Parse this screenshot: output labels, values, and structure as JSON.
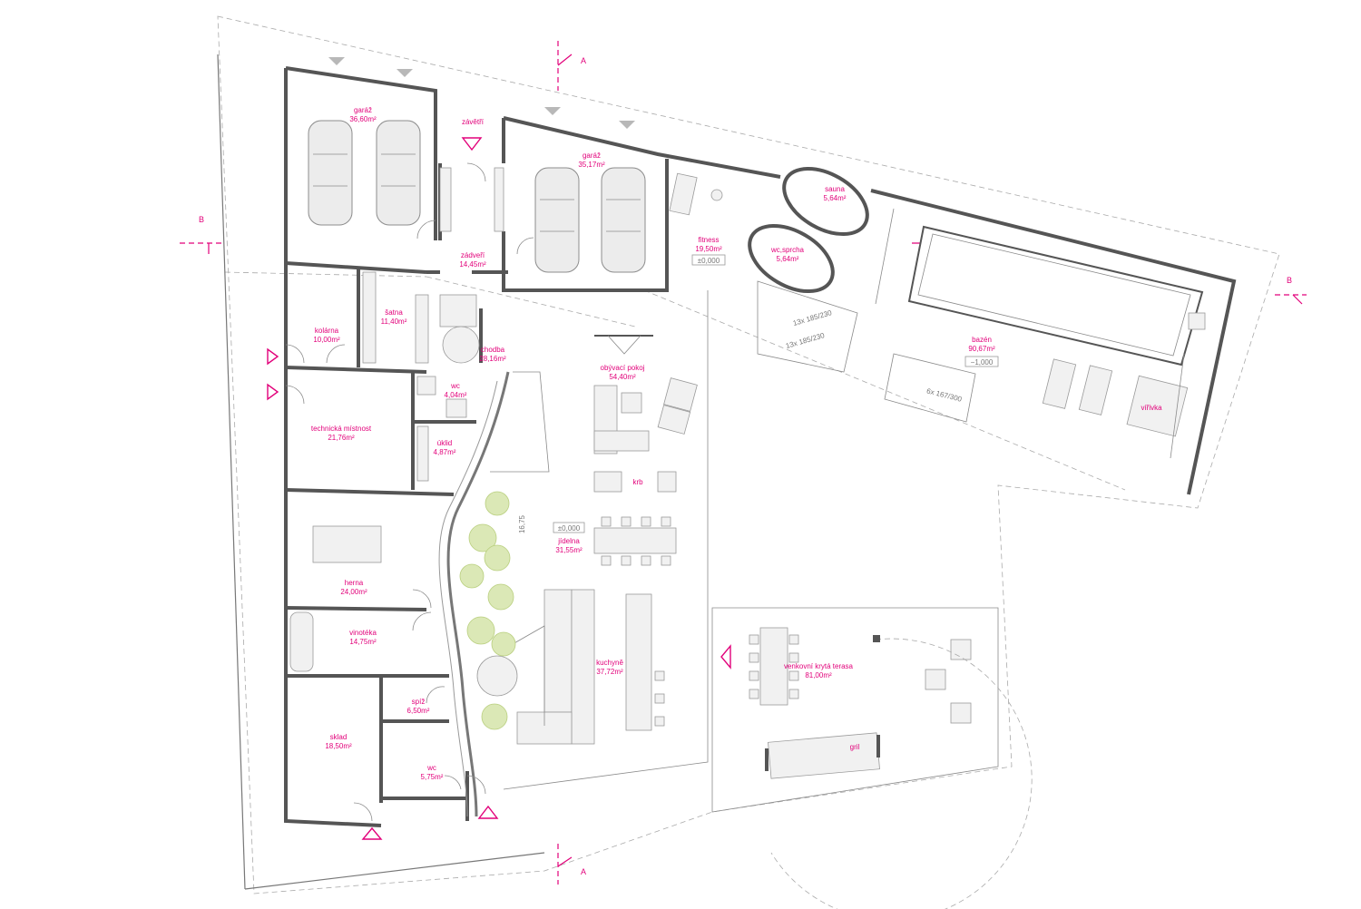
{
  "rooms": [
    {
      "name": "garáž",
      "area": "36,60m²"
    },
    {
      "name": "garáž",
      "area": "35,17m²"
    },
    {
      "name": "závětří"
    },
    {
      "name": "zádveří",
      "area": "14,45m²"
    },
    {
      "name": "fitness",
      "area": "19,50m²",
      "level": "±0,000"
    },
    {
      "name": "sauna",
      "area": "5,64m²"
    },
    {
      "name": "wc,sprcha",
      "area": "5,64m²"
    },
    {
      "name": "kolárna",
      "area": "10,00m²"
    },
    {
      "name": "šatna",
      "area": "11,40m²"
    },
    {
      "name": "chodba",
      "area": "28,16m²"
    },
    {
      "name": "obývací pokoj",
      "area": "54,40m²"
    },
    {
      "name": "wc",
      "area": "4,04m²"
    },
    {
      "name": "úklid",
      "area": "4,87m²"
    },
    {
      "name": "technická místnost",
      "area": "21,76m²"
    },
    {
      "name": "krb"
    },
    {
      "name": "jídelna",
      "area": "31,55m²",
      "level": "±0,000"
    },
    {
      "name": "herna",
      "area": "24,00m²"
    },
    {
      "name": "vinotéka",
      "area": "14,75m²"
    },
    {
      "name": "kuchyně",
      "area": "37,72m²"
    },
    {
      "name": "spíž",
      "area": "6,50m²"
    },
    {
      "name": "sklad",
      "area": "18,50m²"
    },
    {
      "name": "wc",
      "area": "5,75m²"
    },
    {
      "name": "bazén",
      "area": "90,67m²",
      "level": "−1,000"
    },
    {
      "name": "vířivka"
    },
    {
      "name": "venkovní krytá terasa",
      "area": "81,00m²"
    },
    {
      "name": "gril"
    }
  ],
  "stairs": [
    {
      "label": "16,75"
    },
    {
      "label": "13x 185/230"
    },
    {
      "label": "13x 185/230"
    },
    {
      "label": "6x 167/300"
    }
  ],
  "sections": {
    "a": "A",
    "b": "B"
  },
  "colors": {
    "accent": "#e2007a",
    "wall": "#555555",
    "greenery": "#c9dc8f"
  }
}
